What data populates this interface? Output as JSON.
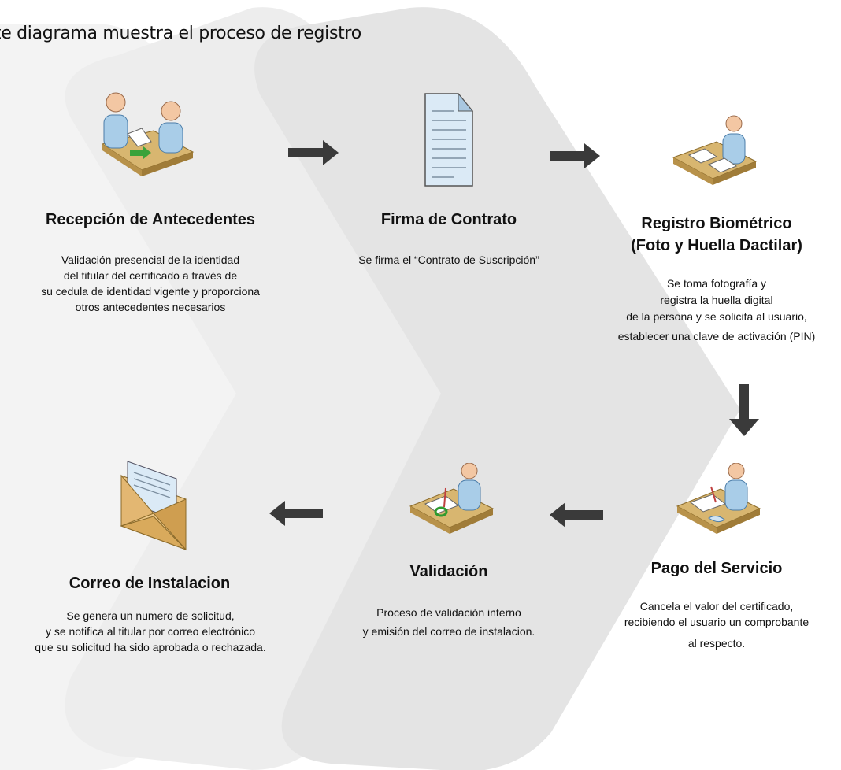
{
  "intro_text": "ente diagrama muestra el proceso de registro",
  "steps": [
    {
      "title": [
        "Recepción de Antecedentes"
      ],
      "description": [
        "Validación presencial de la identidad",
        "del titular del certificado a través de",
        "su cedula de identidad vigente y proporciona",
        "otros antecedentes necesarios"
      ],
      "icon": "reception-desk-icon"
    },
    {
      "title": [
        "Firma de Contrato"
      ],
      "description": [
        "Se firma el “Contrato de Suscripción”"
      ],
      "icon": "document-icon"
    },
    {
      "title": [
        "Registro Biométrico",
        "(Foto y Huella Dactilar)"
      ],
      "description": [
        "Se toma fotografía y",
        "registra la huella digital",
        "de la persona y se solicita al usuario,",
        "establecer una clave de activación (PIN)"
      ],
      "icon": "person-writing-icon"
    },
    {
      "title": [
        "Pago del Servicio"
      ],
      "description": [
        "Cancela el valor del certificado,",
        "recibiendo el usuario un comprobante",
        "al respecto."
      ],
      "icon": "person-paying-icon"
    },
    {
      "title": [
        "Validación"
      ],
      "description": [
        "Proceso de validación interno",
        "y emisión del correo de instalacion."
      ],
      "icon": "person-validating-icon"
    },
    {
      "title": [
        "Correo de Instalacion"
      ],
      "description": [
        "Se genera un numero de solicitud,",
        "y se notifica al titular por correo electrónico",
        "que su solicitud ha sido aprobada o rechazada."
      ],
      "icon": "envelope-icon"
    }
  ],
  "colors": {
    "chevron_light": "#f2f2f2",
    "chevron_mid": "#ebebeb",
    "chevron_dark": "#e2e2e2",
    "arrow": "#3a3a3a",
    "desk": "#d8b670",
    "person": "#a9cde8",
    "skin": "#f3c7a3"
  }
}
